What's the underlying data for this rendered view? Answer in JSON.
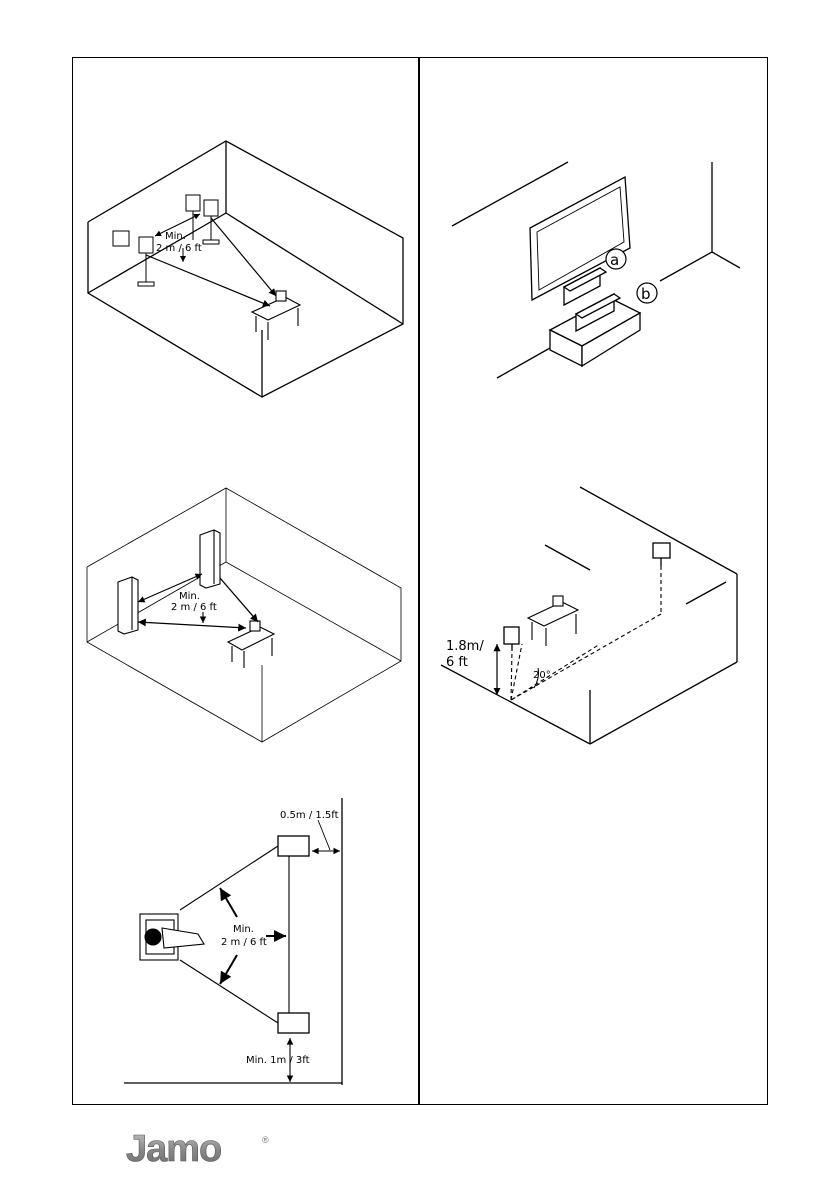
{
  "figure1": {
    "min_label": "Min.",
    "dist_label": "2 m / 6 ft"
  },
  "figure2": {
    "label_a": "a",
    "label_b": "b"
  },
  "figure3": {
    "min_label": "Min.",
    "dist_label": "2 m / 6 ft"
  },
  "figure4": {
    "height_label_1": "1.8m/",
    "height_label_2": "6 ft",
    "angle_label": "20°"
  },
  "figure5": {
    "wall_label": "0.5m / 1.5ft",
    "min_label": "Min.",
    "dist_label": "2 m / 6 ft",
    "back_label": "Min. 1m / 3ft"
  },
  "brand": {
    "logo_text": "Jamo",
    "registered": "®"
  }
}
